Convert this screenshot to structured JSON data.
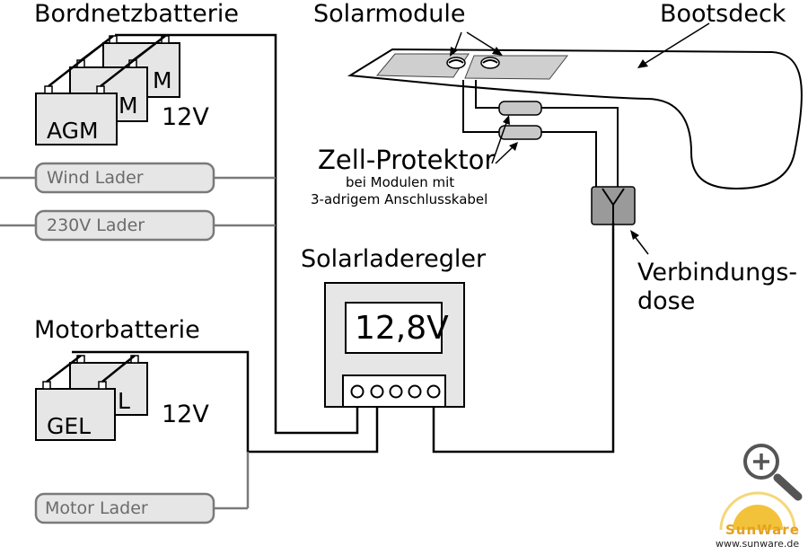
{
  "labels": {
    "bordnetzbatterie": "Bordnetzbatterie",
    "solarmodule": "Solarmodule",
    "bootsdeck": "Bootsdeck",
    "zell_protektor": "Zell-Protektor",
    "zell_note_1": "bei Modulen mit",
    "zell_note_2": "3-adrigem Anschlusskabel",
    "solarladeregler": "Solarladeregler",
    "verbindungs_1": "Verbindungs-",
    "verbindungs_2": "dose",
    "motorbatterie": "Motorbatterie"
  },
  "chargers": {
    "wind": "Wind Lader",
    "v230": "230V Lader",
    "motor": "Motor Lader"
  },
  "controller": {
    "display": "12,8V"
  },
  "battery_bank_1": {
    "type_back": "M",
    "type_mid": "M",
    "type_front": "AGM",
    "voltage": "12V"
  },
  "battery_bank_2": {
    "type_back": "L",
    "type_front": "GEL",
    "voltage": "12V"
  },
  "brand": {
    "logo_text": "SunWare",
    "url": "www.sunware.de"
  },
  "icons": {
    "zoom": "magnifier-plus-icon"
  }
}
